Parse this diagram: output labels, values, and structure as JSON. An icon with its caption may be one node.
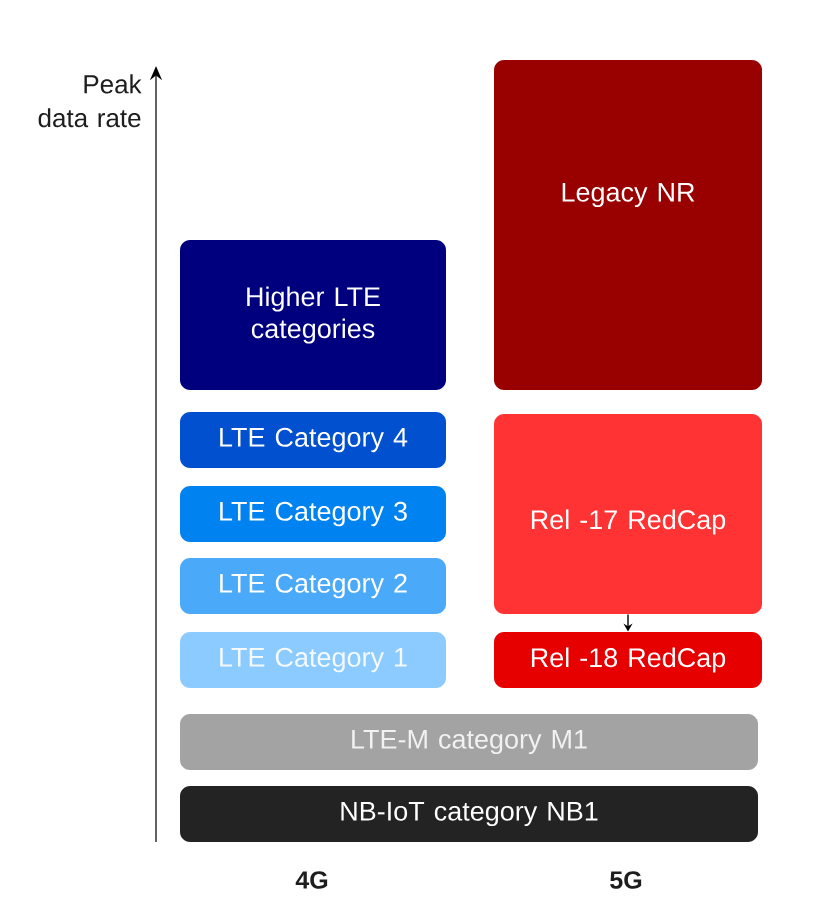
{
  "diagram": {
    "nodes": [
      {
        "text": [
          "Higher LTE categories"
        ]
      },
      {
        "text": [
          "LTE Category 4"
        ]
      },
      {
        "text": [
          "LTE Category 3"
        ]
      },
      {
        "text": [
          "LTE Category 2"
        ]
      },
      {
        "text": [
          "LTE Category 1"
        ]
      },
      {
        "text": [
          "Legacy NR"
        ]
      },
      {
        "text": [
          "Rel -17 RedCap"
        ]
      },
      {
        "text": [
          "Rel -18 RedCap"
        ]
      },
      {
        "text": [
          "LTE-M category M1"
        ]
      },
      {
        "text": [
          "NB-IoT category NB1"
        ]
      }
    ],
    "edges": [
      {
        "from": 6,
        "to": 7,
        "arrow": "to"
      }
    ],
    "labels": [
      "Peak data rate",
      "4G",
      "5G"
    ]
  }
}
